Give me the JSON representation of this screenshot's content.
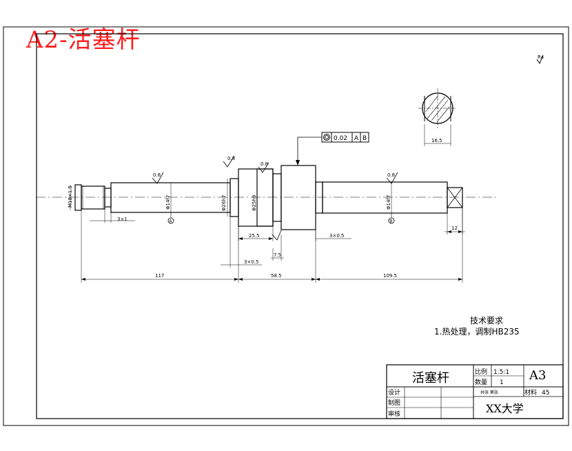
{
  "sheet_label": "A2-活塞杆",
  "title_block": {
    "part_name": "活塞杆",
    "scale_label": "比例",
    "scale_value": "1.5:1",
    "qty_label": "数量",
    "qty_value": "1",
    "sheet_size": "A3",
    "sheets_info": "共张 第张",
    "material_label": "材料",
    "material_value": "45",
    "design_label": "设计",
    "drawing_label": "制图",
    "review_label": "审核",
    "school": "XX大学"
  },
  "tech_requirements": {
    "heading": "技术要求",
    "item1": "1.热处理，调制HB235"
  },
  "tolerance_frame": {
    "value": "0.02",
    "datum_a": "A",
    "datum_b": "B"
  },
  "dimensions": {
    "d_thread": "M18×1.5",
    "d_left_shaft": "Φ14f7",
    "d_left_collar": "Φ26h7",
    "d_groove": "Φ25h9",
    "d_right_shaft": "Φ14f7",
    "section_width": "16.5",
    "groove_len": "3×1",
    "len_117": "117",
    "len_58_5": "58.5",
    "len_109_5": "109.5",
    "len_25_5": "25.5",
    "len_7_5": "7.5",
    "chamfer_left": "3×0.5",
    "chamfer_right": "3×0.5",
    "len_12": "12"
  },
  "surface_finish": {
    "general": "Ra",
    "shaft": "0.8"
  },
  "datum_labels": {
    "a": "A",
    "b": "B"
  }
}
